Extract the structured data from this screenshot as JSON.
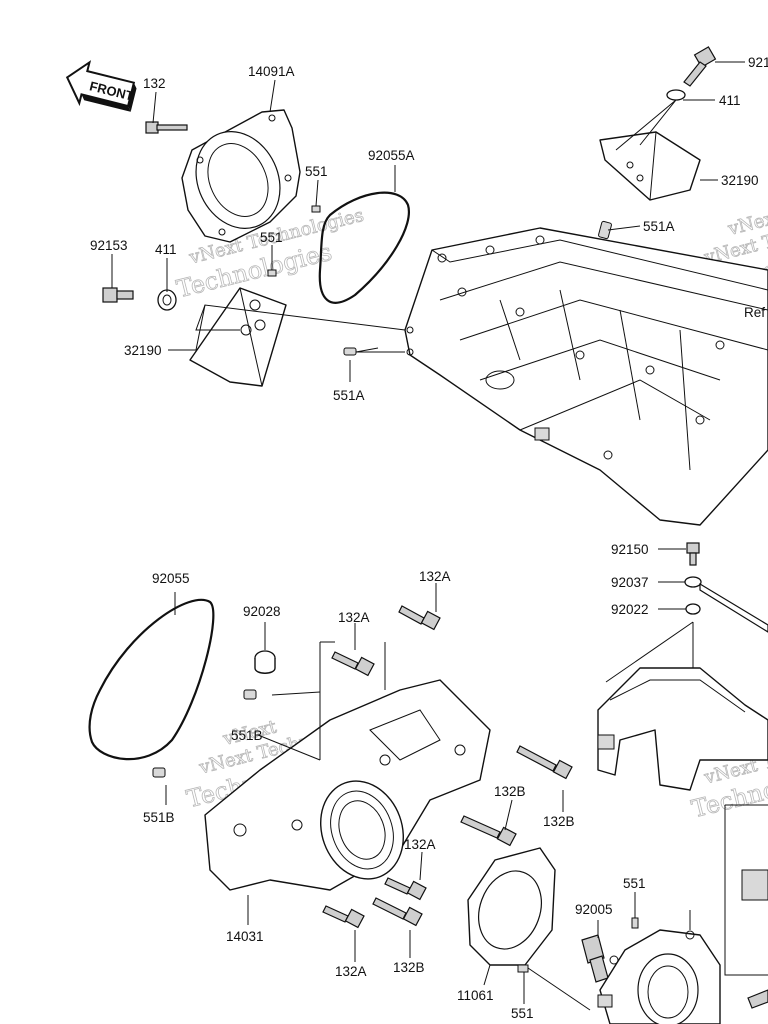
{
  "diagram": {
    "front_arrow": "FRONT",
    "watermark_lines": [
      "vNext",
      "vNext Technologies",
      "Technologies"
    ],
    "edge_text": "Ref",
    "callouts": [
      {
        "id": "c132_top",
        "text": "132"
      },
      {
        "id": "c14091A",
        "text": "14091A"
      },
      {
        "id": "c551_a",
        "text": "551"
      },
      {
        "id": "c92055A",
        "text": "92055A"
      },
      {
        "id": "c551_b",
        "text": "551"
      },
      {
        "id": "c92153",
        "text": "92153"
      },
      {
        "id": "c411_left",
        "text": "411"
      },
      {
        "id": "c32190_left",
        "text": "32190"
      },
      {
        "id": "c551A_left",
        "text": "551A"
      },
      {
        "id": "c921",
        "text": "921"
      },
      {
        "id": "c411_right",
        "text": "411"
      },
      {
        "id": "c32190_right",
        "text": "32190"
      },
      {
        "id": "c551A_right",
        "text": "551A"
      },
      {
        "id": "c92150",
        "text": "92150"
      },
      {
        "id": "c92037",
        "text": "92037"
      },
      {
        "id": "c92022",
        "text": "92022"
      },
      {
        "id": "c92055",
        "text": "92055"
      },
      {
        "id": "c92028",
        "text": "92028"
      },
      {
        "id": "c132A_1",
        "text": "132A"
      },
      {
        "id": "c132A_2",
        "text": "132A"
      },
      {
        "id": "c551B_1",
        "text": "551B"
      },
      {
        "id": "c551B_2",
        "text": "551B"
      },
      {
        "id": "c132B_1",
        "text": "132B"
      },
      {
        "id": "c132B_2",
        "text": "132B"
      },
      {
        "id": "c132A_3",
        "text": "132A"
      },
      {
        "id": "c14031",
        "text": "14031"
      },
      {
        "id": "c132A_4",
        "text": "132A"
      },
      {
        "id": "c132B_3",
        "text": "132B"
      },
      {
        "id": "c551_c",
        "text": "551"
      },
      {
        "id": "c92005",
        "text": "92005"
      },
      {
        "id": "c11061",
        "text": "11061"
      },
      {
        "id": "c551_d",
        "text": "551"
      }
    ]
  }
}
